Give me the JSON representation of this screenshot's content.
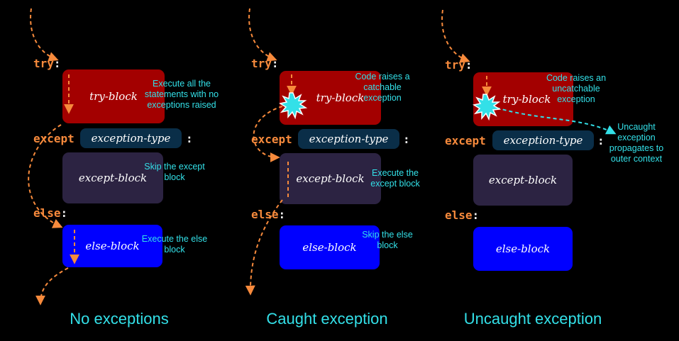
{
  "keywords": {
    "try": "try",
    "except": "except",
    "else": "else",
    "colon": ":"
  },
  "blocks": {
    "try_block": "try-block",
    "exception_type": "exception-type",
    "except_block": "except-block",
    "else_block": "else-block"
  },
  "panels": [
    {
      "caption": "No exceptions",
      "notes": {
        "try": "Execute all the statements with no exceptions raised",
        "except": "Skip the except block",
        "else": "Execute the else block"
      }
    },
    {
      "caption": "Caught exception",
      "notes": {
        "try": "Code raises a catchable exception",
        "except": "Execute the except block",
        "else": "Skip the else block"
      }
    },
    {
      "caption": "Uncaught exception",
      "notes": {
        "try": "Code raises an uncatchable exception",
        "outer": "Uncaught exception propagates to outer context"
      }
    }
  ],
  "colors": {
    "try_block": "#a30000",
    "type_block": "#0a2e48",
    "except_block": "#2c2342",
    "else_block": "#0000ff",
    "flow_arrow": "#f78a3c",
    "propagate_arrow": "#33e0e8",
    "note_text": "#33e0e8",
    "keyword": "#f78a3c"
  }
}
